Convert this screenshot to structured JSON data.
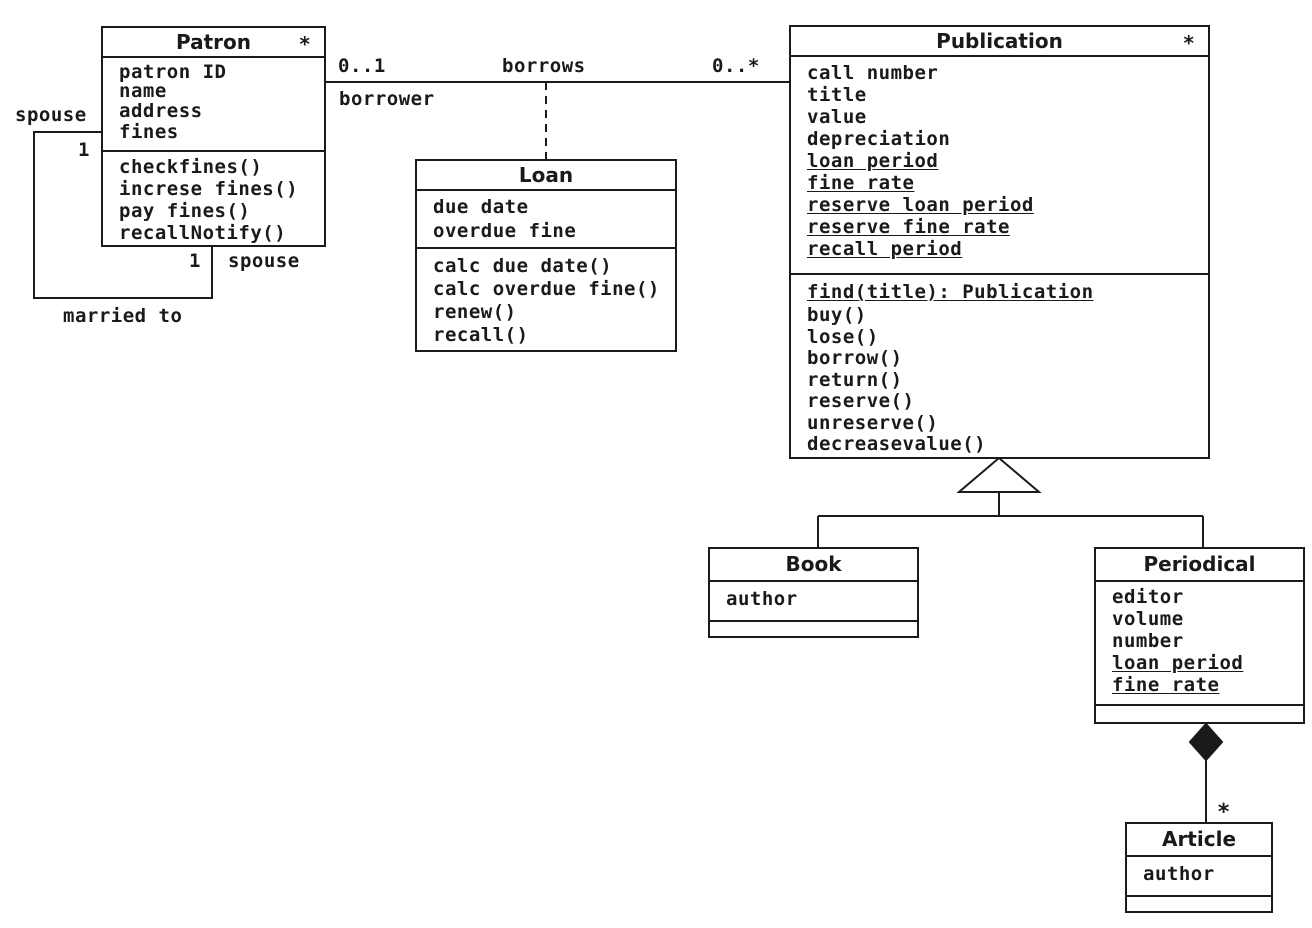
{
  "classes": {
    "patron": {
      "name": "Patron",
      "mult": "*",
      "attrs": [
        {
          "t": "patron ID"
        },
        {
          "t": "name"
        },
        {
          "t": "address"
        },
        {
          "t": "fines"
        }
      ],
      "ops": [
        {
          "t": "checkfines()"
        },
        {
          "t": "increse fines()"
        },
        {
          "t": "pay fines()"
        },
        {
          "t": "recallNotify()"
        }
      ]
    },
    "loan": {
      "name": "Loan",
      "attrs": [
        {
          "t": "due date"
        },
        {
          "t": "overdue fine"
        }
      ],
      "ops": [
        {
          "t": "calc due date()"
        },
        {
          "t": "calc overdue fine()"
        },
        {
          "t": "renew()"
        },
        {
          "t": "recall()"
        }
      ]
    },
    "publication": {
      "name": "Publication",
      "mult": "*",
      "attrs": [
        {
          "t": "call number"
        },
        {
          "t": "title"
        },
        {
          "t": "value"
        },
        {
          "t": "depreciation"
        },
        {
          "t": "loan period",
          "u": true
        },
        {
          "t": "fine rate",
          "u": true
        },
        {
          "t": "reserve loan period",
          "u": true
        },
        {
          "t": "reserve fine rate",
          "u": true
        },
        {
          "t": "recall period",
          "u": true
        }
      ],
      "ops": [
        {
          "t": "find(title): Publication",
          "u": true
        },
        {
          "t": "buy()"
        },
        {
          "t": "lose()"
        },
        {
          "t": "borrow()"
        },
        {
          "t": "return()"
        },
        {
          "t": "reserve()"
        },
        {
          "t": "unreserve()"
        },
        {
          "t": "decreasevalue()"
        }
      ]
    },
    "book": {
      "name": "Book",
      "attrs": [
        {
          "t": "author"
        }
      ],
      "ops": []
    },
    "periodical": {
      "name": "Periodical",
      "attrs": [
        {
          "t": "editor"
        },
        {
          "t": "volume"
        },
        {
          "t": "number"
        },
        {
          "t": "loan period",
          "u": true
        },
        {
          "t": "fine rate",
          "u": true
        }
      ],
      "ops": []
    },
    "article": {
      "name": "Article",
      "attrs": [
        {
          "t": "author"
        }
      ],
      "ops": []
    }
  },
  "labels": {
    "borrow_mult_left": "0..1",
    "borrows": "borrows",
    "borrow_mult_right": "0..*",
    "borrower": "borrower",
    "spouse_left": "spouse",
    "spouse_one_left": "1",
    "spouse_one_bottom": "1",
    "spouse_bottom": "spouse",
    "married_to": "married to",
    "article_mult": "*"
  }
}
